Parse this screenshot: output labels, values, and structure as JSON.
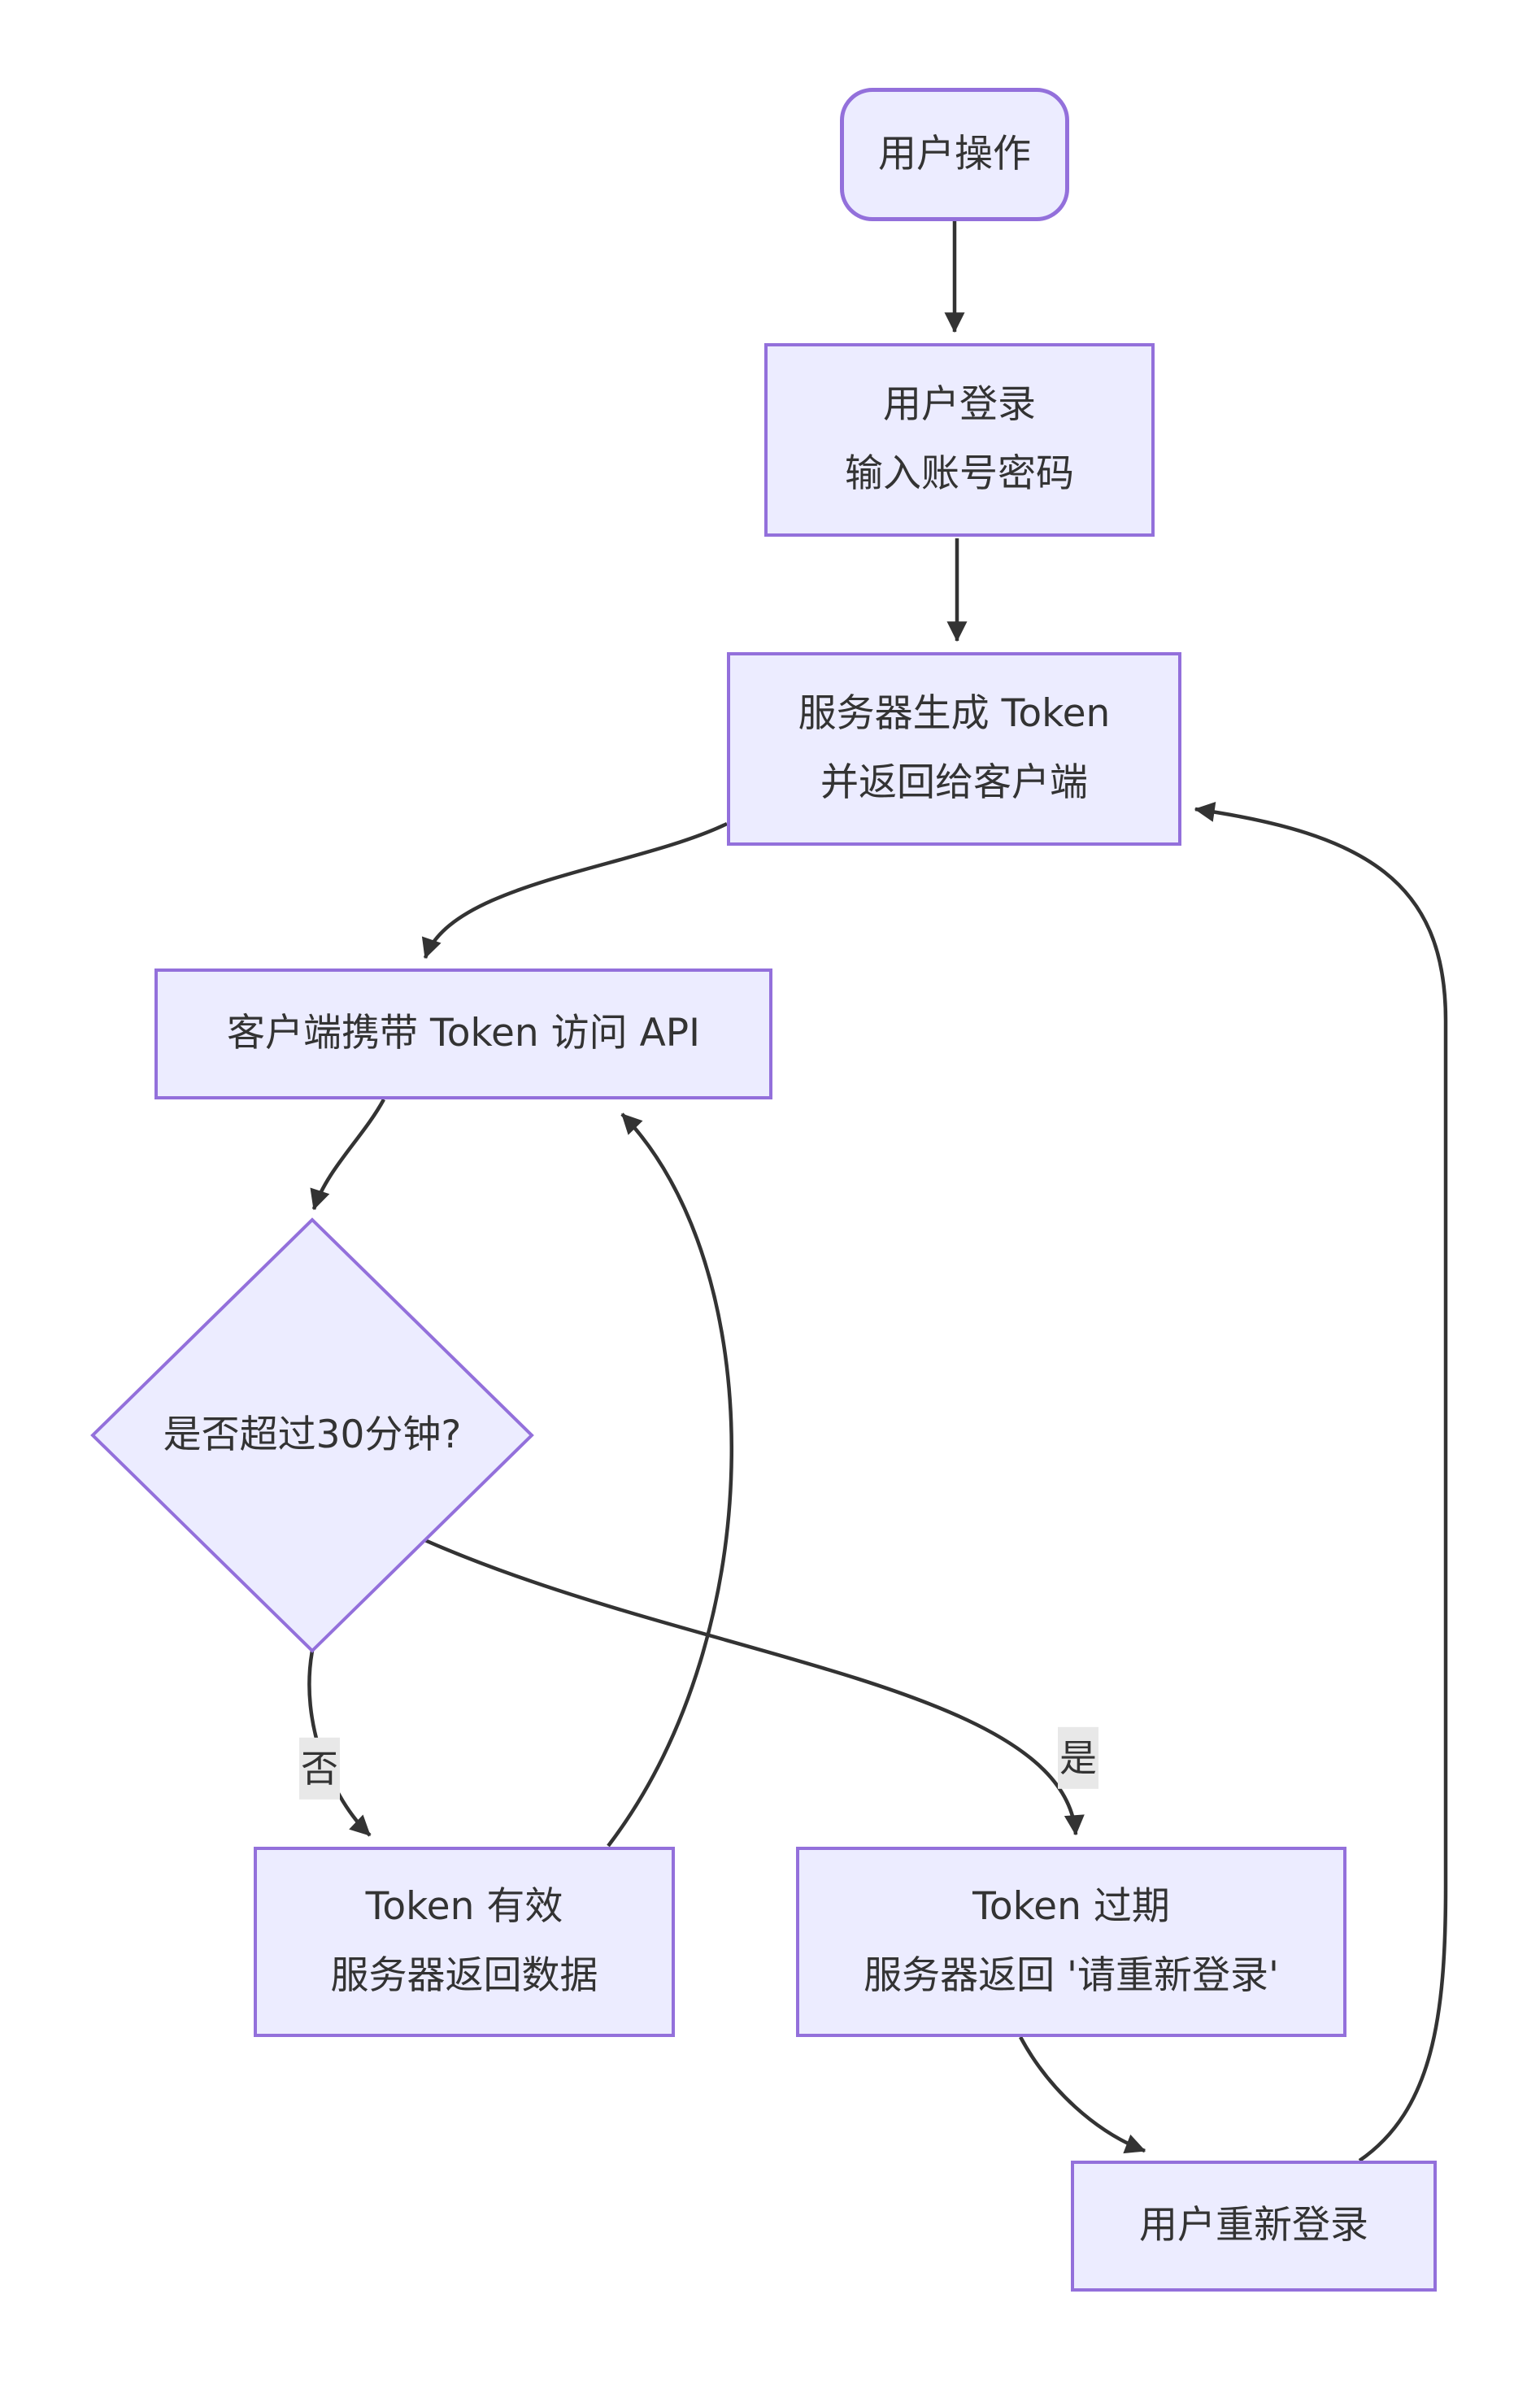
{
  "diagram": {
    "type": "flowchart",
    "direction": "top-down",
    "colors": {
      "background": "#ffffff",
      "node_fill": "#ECECFF",
      "node_border": "#9370DB",
      "edge": "#333333",
      "text": "#333333",
      "label_bg": "#e8e8e8"
    },
    "nodes": {
      "user_action": {
        "label": "用户操作",
        "shape": "rounded-rect"
      },
      "user_login": {
        "label": "用户登录\n输入账号密码",
        "shape": "rect"
      },
      "server_generate_token": {
        "label": "服务器生成 Token\n并返回给客户端",
        "shape": "rect"
      },
      "client_access_api": {
        "label": "客户端携带 Token 访问 API",
        "shape": "rect"
      },
      "check_30min": {
        "label": "是否超过30分钟?",
        "shape": "diamond"
      },
      "token_valid": {
        "label": "Token 有效\n服务器返回数据",
        "shape": "rect"
      },
      "token_expired": {
        "label": "Token 过期\n服务器返回 '请重新登录'",
        "shape": "rect"
      },
      "user_relogin": {
        "label": "用户重新登录",
        "shape": "rect"
      }
    },
    "edge_labels": {
      "no": "否",
      "yes": "是"
    },
    "edges": [
      {
        "from": "user_action",
        "to": "user_login",
        "label": ""
      },
      {
        "from": "user_login",
        "to": "server_generate_token",
        "label": ""
      },
      {
        "from": "server_generate_token",
        "to": "client_access_api",
        "label": ""
      },
      {
        "from": "client_access_api",
        "to": "check_30min",
        "label": ""
      },
      {
        "from": "check_30min",
        "to": "token_valid",
        "label": "否"
      },
      {
        "from": "check_30min",
        "to": "token_expired",
        "label": "是"
      },
      {
        "from": "token_valid",
        "to": "client_access_api",
        "label": ""
      },
      {
        "from": "token_expired",
        "to": "user_relogin",
        "label": ""
      },
      {
        "from": "user_relogin",
        "to": "server_generate_token",
        "label": ""
      }
    ]
  }
}
